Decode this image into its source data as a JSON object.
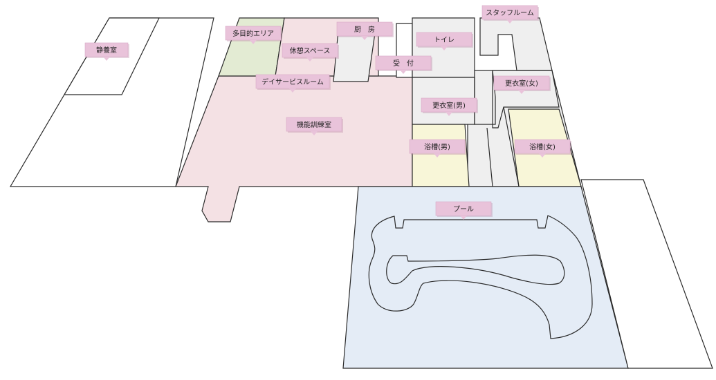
{
  "colors": {
    "pink_zone": "#f4e1e4",
    "green_zone": "#e3ebd3",
    "gray_zone": "#efefef",
    "yellow_zone": "#f8f6d8",
    "blue_zone": "#e4ecf6",
    "white_zone": "#ffffff",
    "label_bg": "#e9c3da",
    "outline": "#2a2a2a"
  },
  "rooms": {
    "quiet_room": "静養室",
    "multipurpose_area": "多目的エリア",
    "rest_space": "休憩スペース",
    "kitchen": "厨　房",
    "reception": "受　付",
    "toilet": "トイレ",
    "staff_room": "スタッフルーム",
    "day_service_room": "デイサービスルーム",
    "locker_room_women": "更衣室(女)",
    "locker_room_men": "更衣室(男)",
    "training_room": "機能訓練室",
    "bath_men": "浴槽(男)",
    "bath_women": "浴槽(女)",
    "pool": "プール"
  }
}
